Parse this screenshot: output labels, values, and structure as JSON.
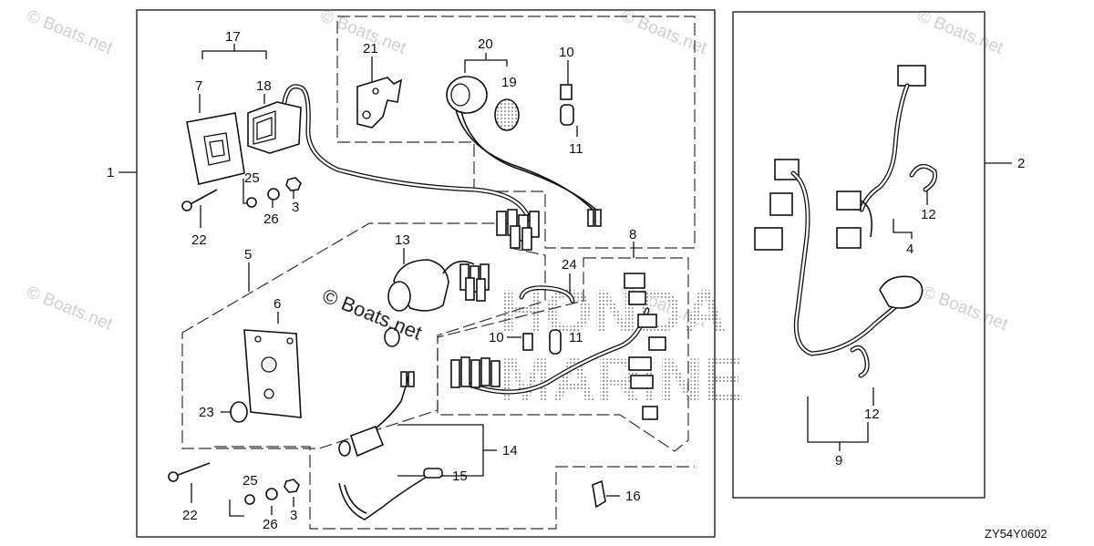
{
  "watermarks": [
    "© Boats.net",
    "© Boats.net",
    "© Boats.net",
    "© Boats.net",
    "© Boats.net",
    "© Boats.net",
    "© Boats.net",
    "© Boats.net"
  ],
  "center_watermark": "© Boats.net",
  "brand_watermark": [
    "HONDA",
    "MARINE"
  ],
  "diagram_code": "ZY54Y0602",
  "callouts": {
    "c1": "1",
    "c2": "2",
    "c3a": "3",
    "c3b": "3",
    "c4": "4",
    "c5": "5",
    "c6": "6",
    "c7": "7",
    "c8": "8",
    "c9": "9",
    "c10a": "10",
    "c10b": "10",
    "c11a": "11",
    "c11b": "11",
    "c12a": "12",
    "c12b": "12",
    "c13": "13",
    "c14": "14",
    "c15": "15",
    "c16": "16",
    "c17": "17",
    "c18": "18",
    "c19": "19",
    "c20": "20",
    "c21": "21",
    "c22a": "22",
    "c22b": "22",
    "c23": "23",
    "c24": "24",
    "c25a": "25",
    "c25b": "25",
    "c26a": "26",
    "c26b": "26"
  }
}
